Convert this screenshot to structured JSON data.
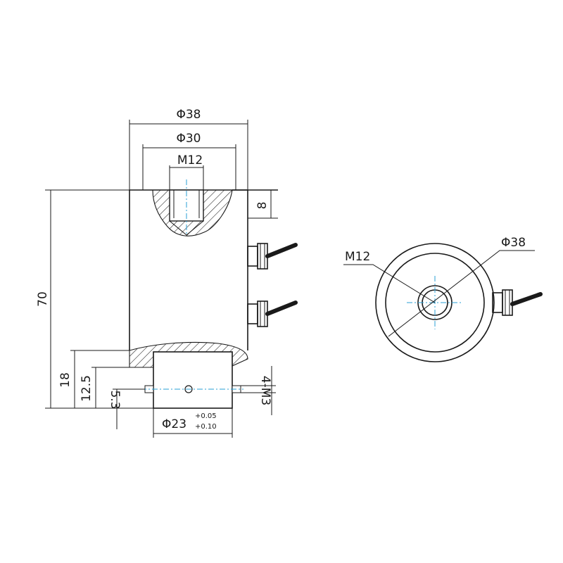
{
  "dimensions": {
    "outer_diameter": "Φ38",
    "inner_diameter": "Φ30",
    "thread_top": "M12",
    "top_depth": "8",
    "total_height": "70",
    "base_height": "18",
    "base_inner": "12.5",
    "hole_offset": "5.3",
    "side_holes": "4-M3",
    "base_diameter": "Φ23",
    "tol_upper": "+0.05",
    "tol_lower": "+0.10",
    "top_view_thread": "M12",
    "top_view_diameter": "Φ38"
  },
  "colors": {
    "line": "#1a1a1a",
    "centerline": "#2a9fd6"
  }
}
